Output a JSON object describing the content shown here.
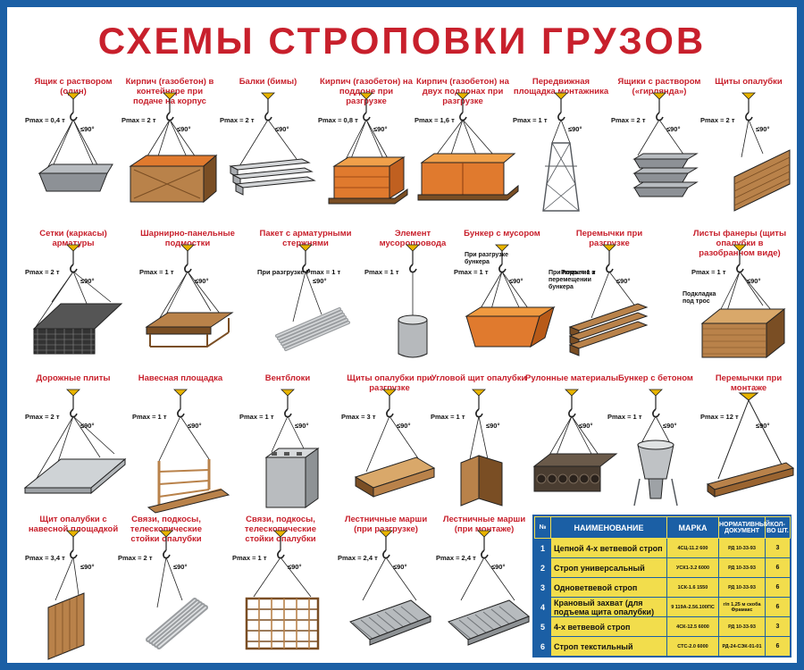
{
  "title": "СХЕМЫ СТРОПОВКИ ГРУЗОВ",
  "colors": {
    "frame": "#1b5fa5",
    "title": "#c8202c",
    "table_bg": "#f2dd4c",
    "wood": "#b9824a",
    "brick": "#e07a2e",
    "steel": "#8d9196"
  },
  "schemes": [
    {
      "caption": "Ящик с раствором (один)",
      "pmax": "Pmax = 0,4 т",
      "angle": "≤90°"
    },
    {
      "caption": "Кирпич (газобетон) в контейнере при подаче на корпус",
      "pmax": "Pmax = 2 т",
      "angle": "≤90°"
    },
    {
      "caption": "Балки (бимы)",
      "pmax": "Pmax = 2 т",
      "angle": "≤90°"
    },
    {
      "caption": "Кирпич (газобетон) на поддоне при разгрузке",
      "pmax": "Pmax = 0,8 т",
      "angle": "≤90°"
    },
    {
      "caption": "Кирпич (газобетон) на двух поддонах при разгрузке",
      "pmax": "Pmax = 1,6 т",
      "angle": ""
    },
    {
      "caption": "Передвижная площадка монтажника",
      "pmax": "Pmax = 1 т",
      "angle": "≤90°"
    },
    {
      "caption": "Ящики с раствором («гирлянда»)",
      "pmax": "Pmax = 2 т",
      "angle": "≤90°"
    },
    {
      "caption": "Щиты опалубки",
      "pmax": "Pmax = 2 т",
      "angle": "≤90°"
    },
    {
      "caption": "Сетки (каркасы) арматуры",
      "pmax": "Pmax = 2 т",
      "angle": "≤90°"
    },
    {
      "caption": "Шарнирно-панельные подмостки",
      "pmax": "Pmax = 1 т",
      "angle": "≤90°"
    },
    {
      "caption": "Пакет с арматурными стержнями",
      "pmax": "При разгрузке Pmax = 1 т",
      "angle": "≤90°"
    },
    {
      "caption": "Элемент мусоропровода",
      "pmax": "Pmax = 1 т",
      "angle": ""
    },
    {
      "caption": "Бункер с мусором",
      "pmax": "Pmax = 1 т",
      "angle": "≤90°"
    },
    {
      "caption": "Перемычки при разгрузке",
      "pmax": "Pmax = 1 т",
      "angle": "≤90°"
    },
    {
      "caption": "Листы фанеры (щиты опалубки в разобранном виде)",
      "pmax": "Pmax = 1 т",
      "angle": "≤90°"
    },
    {
      "caption": "Дорожные плиты",
      "pmax": "Pmax = 2 т",
      "angle": "≤90°"
    },
    {
      "caption": "Навесная площадка",
      "pmax": "Pmax = 1 т",
      "angle": "≤90°"
    },
    {
      "caption": "Вентблоки",
      "pmax": "Pmax = 1 т",
      "angle": "≤90°"
    },
    {
      "caption": "Щиты опалубки при разгрузке",
      "pmax": "Pmax = 3 т",
      "angle": "≤90°"
    },
    {
      "caption": "Угловой щит опалубки",
      "pmax": "Pmax = 1 т",
      "angle": "≤90°"
    },
    {
      "caption": "Рулонные материалы",
      "pmax": "",
      "angle": "≤90°"
    },
    {
      "caption": "Бункер с бетоном",
      "pmax": "Pmax = 1 т",
      "angle": "≤90°"
    },
    {
      "caption": "Перемычки при монтаже",
      "pmax": "Pmax = 12 т",
      "angle": "≤90°"
    },
    {
      "caption": "Щит опалубки с навесной площадкой",
      "pmax": "Pmax = 3,4 т",
      "angle": "≤90°"
    },
    {
      "caption": "Связи, подкосы, телескопические стойки опалубки",
      "pmax": "Pmax = 2 т",
      "angle": "≤90°"
    },
    {
      "caption": "Связи, подкосы, телескопические стойки опалубки",
      "pmax": "Pmax = 1 т",
      "angle": "≤90°"
    },
    {
      "caption": "Лестничные марши (при разгрузке)",
      "pmax": "Pmax = 2,4 т",
      "angle": "≤90°"
    },
    {
      "caption": "Лестничные марши (при монтаже)",
      "pmax": "Pmax = 2,4 т",
      "angle": "≤90°"
    }
  ],
  "notes": {
    "bunker_unload": "При разгрузке бункера",
    "bunker_lift": "При подъеме и перемещении бункера",
    "lintel_pad": "Подкладка под трос"
  },
  "table": {
    "headers": [
      "№",
      "НАИМЕНОВАНИЕ",
      "МАРКА",
      "НОРМАТИВНЫЙ ДОКУМЕНТ",
      "КОЛ-ВО ШТ."
    ],
    "rows": [
      {
        "n": "1",
        "name": "Цепной 4-х ветвевой строп",
        "mark": "4СЦ-11.2 600",
        "doc": "РД 10-33-93",
        "qty": "3"
      },
      {
        "n": "2",
        "name": "Строп универсальный",
        "mark": "УСК1-3.2 6000",
        "doc": "РД 10-33-93",
        "qty": "6"
      },
      {
        "n": "3",
        "name": "Одноветвевой строп",
        "mark": "1СК-1.6 1550",
        "doc": "РД 10-33-93",
        "qty": "6"
      },
      {
        "n": "4",
        "name": "Крановый захват (для подъема щита опалубки)",
        "mark": "9 119А-2.56.100ПС",
        "doc": "г/п 1,25 м скоба Фрамакс",
        "qty": "6"
      },
      {
        "n": "5",
        "name": "4-х ветвевой строп",
        "mark": "4СК-12.5 6000",
        "doc": "РД 10-33-93",
        "qty": "3"
      },
      {
        "n": "6",
        "name": "Строп текстильный",
        "mark": "СТС-2.0 6000",
        "doc": "РД-24-СЭК-01-01",
        "qty": "6"
      }
    ]
  }
}
